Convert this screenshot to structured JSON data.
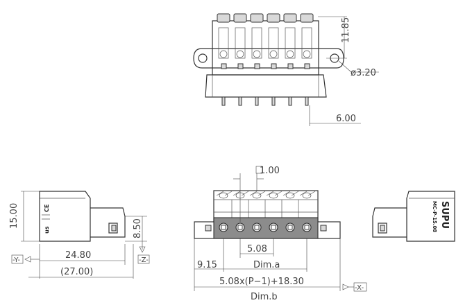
{
  "dims": {
    "height_top": "11.85",
    "hole_dia": "ø3.20",
    "flange_offset": "6.00",
    "height_side": "15.00",
    "pin_height": "8.50",
    "depth": "24.80",
    "depth_total": "(27.00)",
    "pitch": "5.08",
    "thickness_box": "1.00",
    "edge_offset": "9.15",
    "dim_a": "Dim.a",
    "formula": "5.08x(P−1)+18.30",
    "dim_b": "Dim.b"
  },
  "axes": {
    "y": "-Y-",
    "z": "-Z-",
    "x": "-X-"
  },
  "brand": {
    "name": "SUPU",
    "model": "MC-P-15.08",
    "cert_ul": "us",
    "cert_ce": "CE"
  },
  "positions": 6
}
